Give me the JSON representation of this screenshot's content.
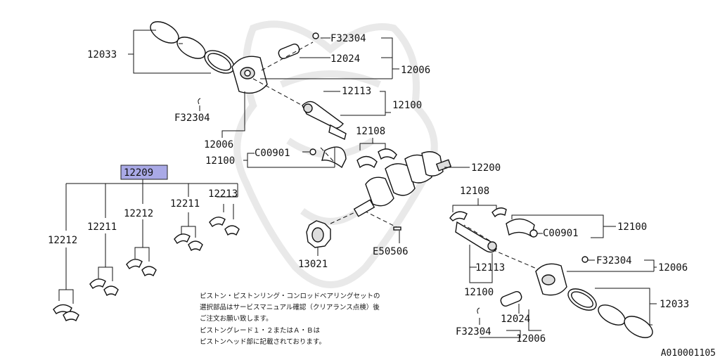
{
  "diagram": {
    "labels": {
      "rings_left": "12033",
      "clip_top": "F32304",
      "pin_top": "12024",
      "piston_top": "12006",
      "rod_top": "12113",
      "rod_assy_top": "12100",
      "clip_left": "F32304",
      "piston_left": "12006",
      "nut_top": "C00901",
      "rod_assy_left": "12100",
      "bearing_top": "12108",
      "crank": "12200",
      "set": "12209",
      "b_12212_a": "12212",
      "b_12211_a": "12211",
      "b_12212_b": "12212",
      "b_12211_b": "12211",
      "b_12213": "12213",
      "bearing_right": "12108",
      "nut_right": "C00901",
      "rod_assy_right": "12100",
      "sprocket": "13021",
      "key": "E50506",
      "clip_right": "F32304",
      "piston_right": "12006",
      "rod_right": "12113",
      "rod_assy_bottom": "12100",
      "rings_right": "12033",
      "pin_bottom": "12024",
      "clip_bottom": "F32304",
      "piston_bottom": "12006"
    },
    "notes": [
      "ピストン・ピストンリング・コンロッドベアリングセットの",
      "選択部品はサービスマニュアル確認（クリアランス点検）後",
      "ご注文お願い致します。",
      "ピストングレード１・２またはＡ・Ｂは",
      "ピストンヘッド部に記載されております。"
    ],
    "code": "A010001105",
    "highlight_color": "#a9a9e6"
  }
}
